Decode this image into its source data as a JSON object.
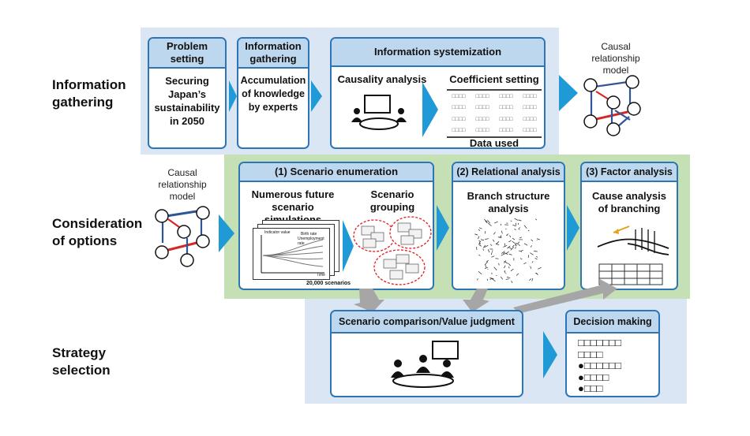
{
  "rows": {
    "information": [
      "Information",
      "gathering"
    ],
    "consideration": [
      "Consideration",
      "of options"
    ],
    "strategy": [
      "Strategy",
      "selection"
    ]
  },
  "problem_setting": {
    "header": [
      "Problem",
      "setting"
    ],
    "body": [
      "Securing",
      "Japan’s",
      "sustainability",
      "in 2050"
    ]
  },
  "information_gathering": {
    "header": [
      "Information",
      "gathering"
    ],
    "body": [
      "Accumulation",
      "of knowledge",
      "by experts"
    ]
  },
  "information_systemization": {
    "header": "Information systemization",
    "causality": "Causality analysis",
    "coefficient": "Coefficient setting",
    "data_used": "Data used"
  },
  "causal_model": {
    "top": [
      "Causal",
      "relationship",
      "model"
    ],
    "left": [
      "Causal",
      "relationship",
      "model"
    ]
  },
  "scenario_enumeration": {
    "header": "(1) Scenario enumeration",
    "simulations": [
      "Numerous future",
      "scenario simulations"
    ],
    "grouping": [
      "Scenario",
      "grouping"
    ],
    "scenarios_count": "20,000 scenarios",
    "chart_labels": [
      "Indicator value",
      "Birth rate",
      "Unemployment rate",
      "Time"
    ]
  },
  "relational_analysis": {
    "header": "(2) Relational analysis",
    "body": [
      "Branch structure",
      "analysis"
    ]
  },
  "factor_analysis": {
    "header": "(3) Factor analysis",
    "body": [
      "Cause analysis",
      "of branching"
    ]
  },
  "scenario_comparison": {
    "header": "Scenario comparison/Value judgment"
  },
  "decision_making": {
    "header": "Decision making"
  },
  "table_placeholder": "□□□□",
  "decision_lines": [
    "□□□□□□□",
    "□□□□",
    "●□□□□□□",
    "●□□□□",
    "●□□□"
  ]
}
